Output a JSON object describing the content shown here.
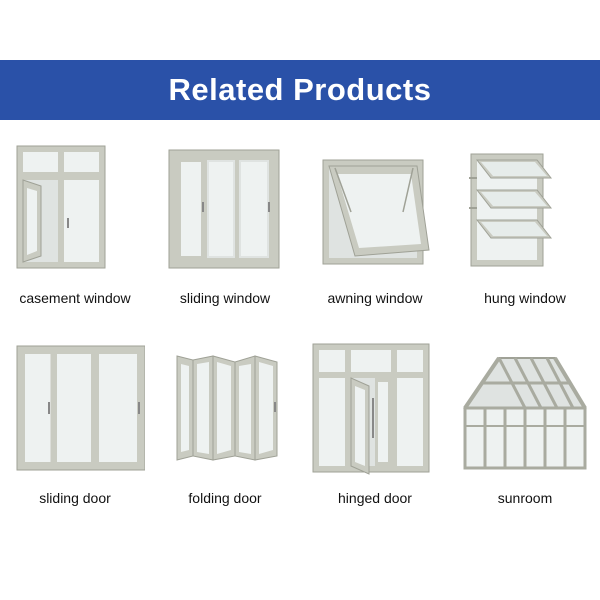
{
  "header": {
    "title": "Related Products"
  },
  "colors": {
    "banner": "#2a51a8",
    "frame": "#c9cbc1",
    "frame_dark": "#a9aba0",
    "glass": "#eef2f1"
  },
  "products": [
    {
      "label": "casement window",
      "icon": "casement-window-icon"
    },
    {
      "label": "sliding window",
      "icon": "sliding-window-icon"
    },
    {
      "label": "awning window",
      "icon": "awning-window-icon"
    },
    {
      "label": "hung window",
      "icon": "hung-window-icon"
    },
    {
      "label": "sliding door",
      "icon": "sliding-door-icon"
    },
    {
      "label": "folding door",
      "icon": "folding-door-icon"
    },
    {
      "label": "hinged door",
      "icon": "hinged-door-icon"
    },
    {
      "label": "sunroom",
      "icon": "sunroom-icon"
    }
  ]
}
